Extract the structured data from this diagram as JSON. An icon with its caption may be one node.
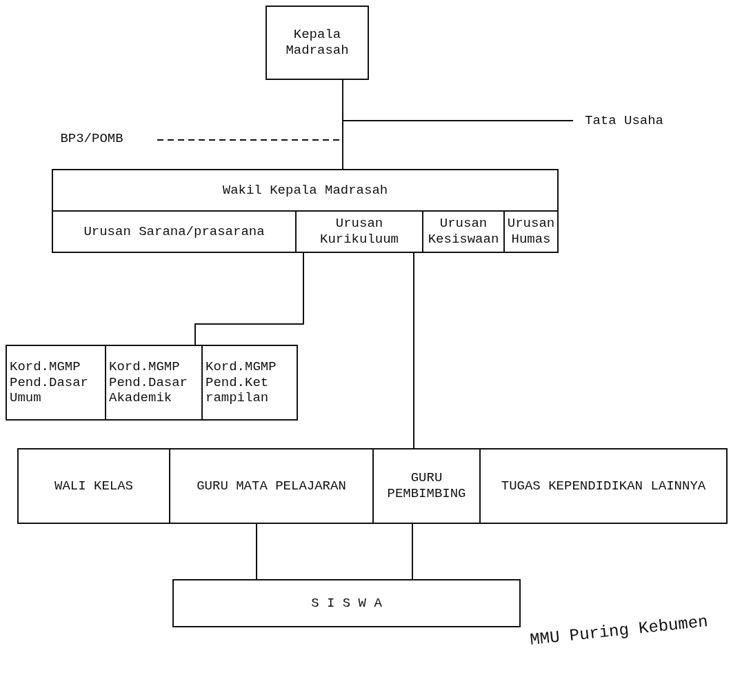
{
  "diagram": {
    "nodes": [
      {
        "text": [
          "Kepala Madrasah"
        ]
      },
      {
        "text": [
          "Tata Usaha"
        ]
      },
      {
        "text": [
          "BP3/POMB"
        ]
      },
      {
        "text": [
          "Wakil Kepala Madrasah"
        ]
      },
      {
        "text": [
          "Urusan Sarana/prasarana"
        ]
      },
      {
        "text": [
          "Urusan Kurikuluum"
        ]
      },
      {
        "text": [
          "Urusan Kesiswaan"
        ]
      },
      {
        "text": [
          "Urusan Humas"
        ]
      },
      {
        "text": [
          "Kord.MGMP Pend.Dasar Umum"
        ]
      },
      {
        "text": [
          "Kord.MGMP Pend.Dasar Akademik"
        ]
      },
      {
        "text": [
          "Kord.MGMP Pend.Ket rampilan"
        ]
      },
      {
        "text": [
          "WALI KELAS"
        ]
      },
      {
        "text": [
          "GURU MATA PELAJARAN"
        ]
      },
      {
        "text": [
          "GURU PEMBIMBING"
        ]
      },
      {
        "text": [
          "TUGAS KEPENDIDIKAN LAINNYA"
        ]
      },
      {
        "text": [
          "S I S W A"
        ]
      }
    ],
    "edges": [
      {
        "from": 0,
        "to": 3,
        "arrow": "none"
      },
      {
        "from": 0,
        "to": 1,
        "arrow": "none"
      },
      {
        "from": 2,
        "to": 0,
        "arrow": "none",
        "style": "dashed"
      },
      {
        "from": 5,
        "to": 9,
        "arrow": "none"
      },
      {
        "from": 5,
        "to": 13,
        "arrow": "none"
      },
      {
        "from": 12,
        "to": 15,
        "arrow": "none"
      },
      {
        "from": 13,
        "to": 15,
        "arrow": "none"
      }
    ],
    "labels": [
      "MMU Puring Kebumen"
    ]
  }
}
